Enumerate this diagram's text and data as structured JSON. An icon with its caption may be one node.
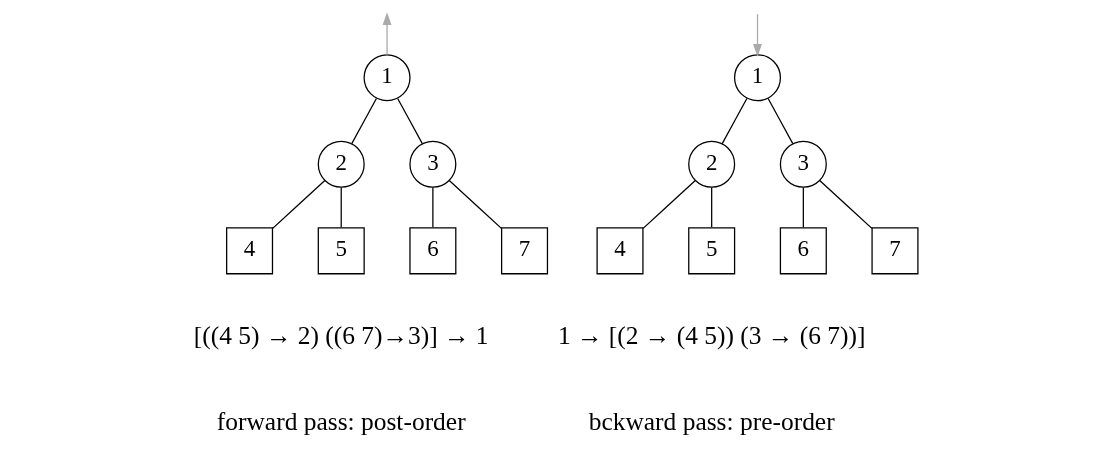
{
  "diagram": {
    "nodes": [
      {
        "text": [
          "1"
        ]
      },
      {
        "text": [
          "2"
        ]
      },
      {
        "text": [
          "3"
        ]
      },
      {
        "text": [
          "4"
        ]
      },
      {
        "text": [
          "5"
        ]
      },
      {
        "text": [
          "6"
        ]
      },
      {
        "text": [
          "7"
        ]
      },
      {
        "text": [
          "1"
        ]
      },
      {
        "text": [
          "2"
        ]
      },
      {
        "text": [
          "3"
        ]
      },
      {
        "text": [
          "4"
        ]
      },
      {
        "text": [
          "5"
        ]
      },
      {
        "text": [
          "6"
        ]
      },
      {
        "text": [
          "7"
        ]
      }
    ],
    "edges": [
      {
        "from": 0,
        "to": 1,
        "arrow": "none"
      },
      {
        "from": 0,
        "to": 2,
        "arrow": "none"
      },
      {
        "from": 1,
        "to": 3,
        "arrow": "none"
      },
      {
        "from": 1,
        "to": 4,
        "arrow": "none"
      },
      {
        "from": 2,
        "to": 5,
        "arrow": "none"
      },
      {
        "from": 2,
        "to": 6,
        "arrow": "none"
      },
      {
        "from": 0,
        "to": null,
        "arrow": "to",
        "color": "#aaaaaa"
      },
      {
        "from": 7,
        "to": 8,
        "arrow": "none"
      },
      {
        "from": 7,
        "to": 9,
        "arrow": "none"
      },
      {
        "from": 8,
        "to": 10,
        "arrow": "none"
      },
      {
        "from": 8,
        "to": 11,
        "arrow": "none"
      },
      {
        "from": 9,
        "to": 12,
        "arrow": "none"
      },
      {
        "from": 9,
        "to": 13,
        "arrow": "none"
      },
      {
        "from": null,
        "to": 7,
        "arrow": "to",
        "color": "#aaaaaa"
      }
    ],
    "labels": [
      "[((4 5) → 2) ((6 7)→3)] → 1",
      "forward pass: post-order",
      "1 → [(2 → (4 5)) (3 → (6 7))]",
      "bckward pass: pre-order"
    ]
  }
}
